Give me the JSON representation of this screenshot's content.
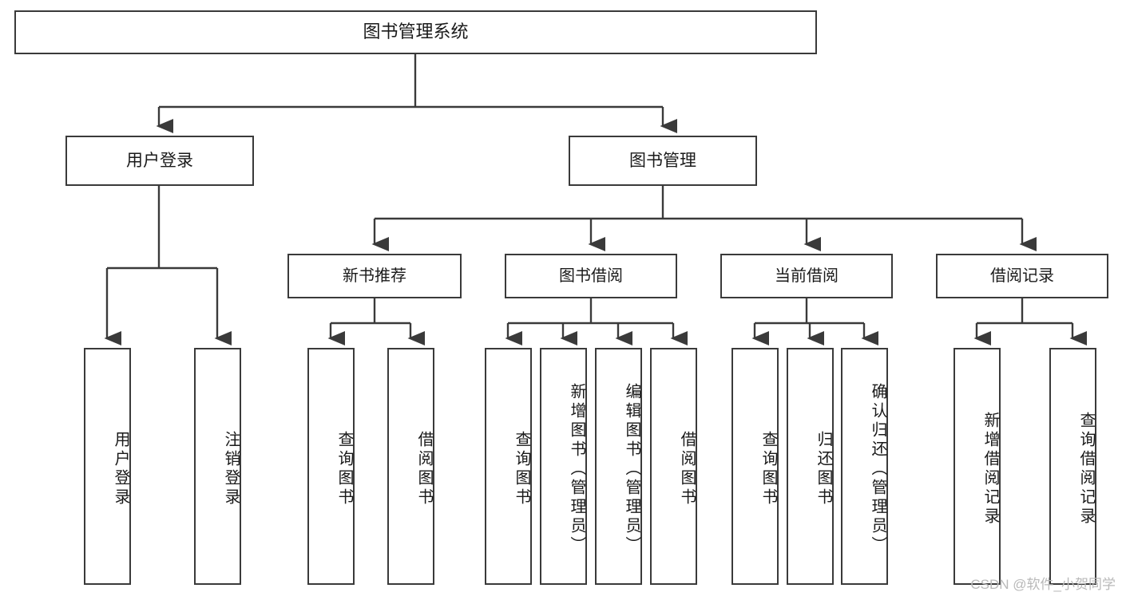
{
  "diagram": {
    "title": "图书管理系统",
    "watermark": "CSDN @软件_小贺同学",
    "root": {
      "label": "图书管理系统"
    },
    "level1": [
      {
        "label": "用户登录"
      },
      {
        "label": "图书管理"
      }
    ],
    "level2": [
      {
        "label": "新书推荐"
      },
      {
        "label": "图书借阅"
      },
      {
        "label": "当前借阅"
      },
      {
        "label": "借阅记录"
      }
    ],
    "leaves": {
      "user_login": [
        {
          "label": "用户登录"
        },
        {
          "label": "注销登录"
        }
      ],
      "new_book_recommend": [
        {
          "label": "查询图书"
        },
        {
          "label": "借阅图书"
        }
      ],
      "book_borrow": [
        {
          "label": "查询图书"
        },
        {
          "label": "新增图书（管理员）"
        },
        {
          "label": "编辑图书（管理员）"
        },
        {
          "label": "借阅图书"
        }
      ],
      "current_borrow": [
        {
          "label": "查询图书"
        },
        {
          "label": "归还图书"
        },
        {
          "label": "确认归还（管理员）"
        }
      ],
      "borrow_record": [
        {
          "label": "新增借阅记录"
        },
        {
          "label": "查询借阅记录"
        }
      ]
    },
    "colors": {
      "stroke": "#3a3a3a",
      "text": "#1a1a1a",
      "background": "#ffffff",
      "watermark": "#b9b9b9"
    }
  }
}
